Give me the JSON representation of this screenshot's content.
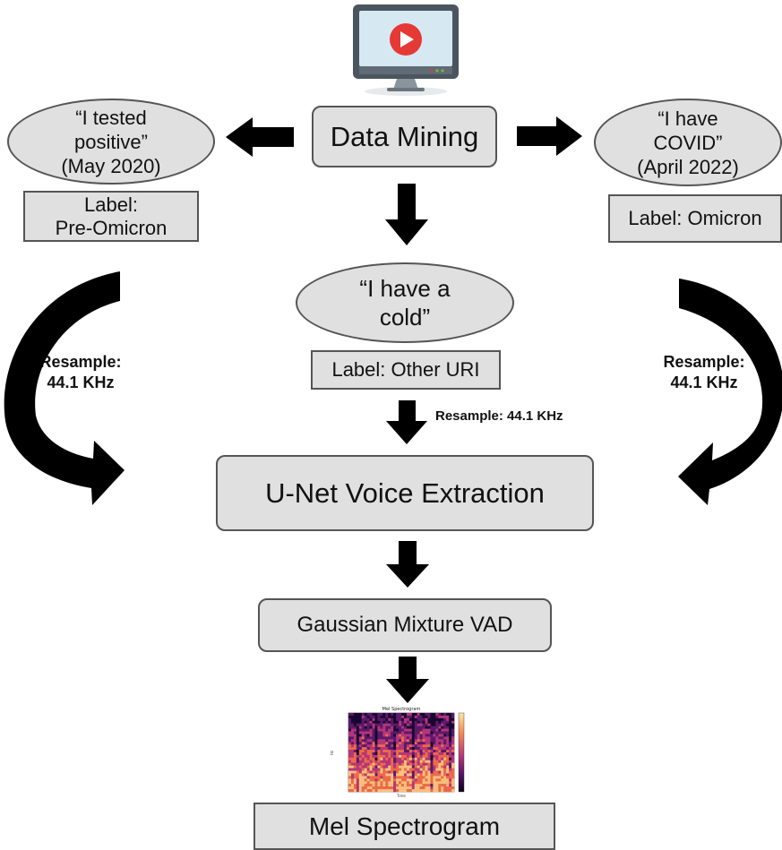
{
  "nodes": {
    "data_mining": "Data Mining",
    "quote_left": "“I tested\npositive”\n(May 2020)",
    "label_left": "Label:\nPre-Omicron",
    "quote_right": "“I have\nCOVID”\n(April 2022)",
    "label_right": "Label: Omicron",
    "quote_center": "“I have a\ncold”",
    "label_center": "Label: Other URI",
    "unet": "U-Net Voice Extraction",
    "gmm_vad": "Gaussian Mixture VAD",
    "mel": "Mel Spectrogram"
  },
  "resample": {
    "left": "Resample:\n44.1 KHz",
    "right": "Resample:\n44.1 KHz",
    "center": "Resample: 44.1 KHz"
  },
  "spectrogram_thumbnail": {
    "title": "Mel Spectrogram",
    "xlabel": "Time",
    "ylabel": "Hz",
    "colormap": [
      "#1a0530",
      "#5b1a6b",
      "#b5367a",
      "#ee6a4a",
      "#fbc27c"
    ]
  },
  "icons": {
    "monitor": "computer-monitor-icon",
    "play": "youtube-play-icon"
  },
  "colors": {
    "box_fill": "#e0e0e0",
    "box_border": "#555555",
    "arrow": "#000000",
    "play_red": "#e53935",
    "monitor_frame": "#4a5560",
    "monitor_screen": "#d6e8f2"
  }
}
